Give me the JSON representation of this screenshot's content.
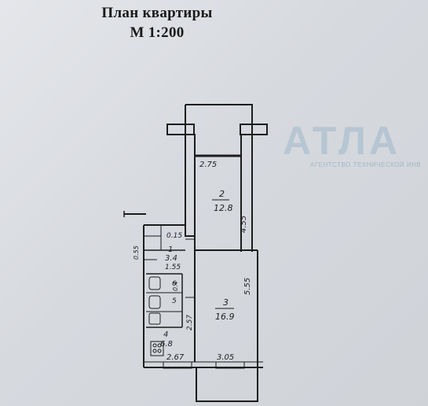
{
  "header": {
    "title_line1": "План квартиры",
    "title_line2": "М 1:200"
  },
  "watermark": {
    "brand": "АТЛА",
    "tagline": "АГЕНТСТВО ТЕХНИЧЕСКОЙ ИНВ"
  },
  "rooms": {
    "r1": {
      "number": "1",
      "area": "3.4",
      "width": "1.55"
    },
    "r2": {
      "number": "2",
      "area": "12.8",
      "depth": "4.55"
    },
    "r3": {
      "number": "3",
      "area": "16.9",
      "depth": "5.55"
    },
    "r4": {
      "number": "4",
      "area": "6.8",
      "depth": "2.57"
    },
    "r5": {
      "number": "5"
    },
    "r6": {
      "number": "6"
    }
  },
  "dimensions": {
    "balcony_width": "2.75",
    "hall_small_1": "0.15",
    "hall_small_2": "0.4",
    "closet_width": "0.55",
    "kitchen_width": "2.67",
    "room3_width": "3.05"
  },
  "colors": {
    "line": "#1c1c1c",
    "paper": "#dcdee2",
    "watermark": "#9fb8cc"
  }
}
